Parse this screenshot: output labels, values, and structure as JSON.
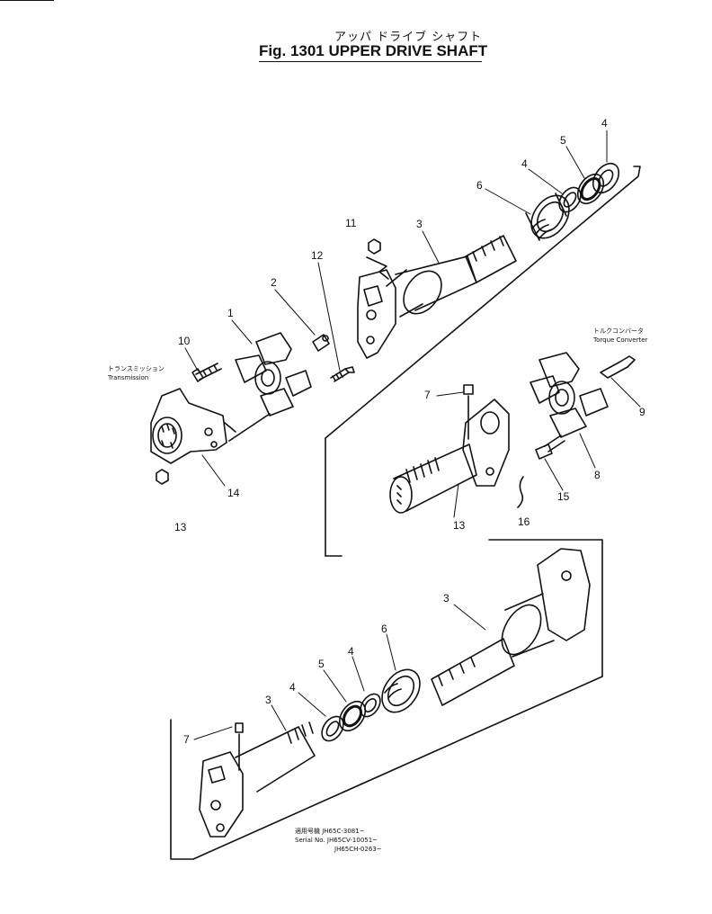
{
  "title": {
    "japanese": "アッパ ドライブ シャフト",
    "english": "Fig. 1301  UPPER DRIVE SHAFT"
  },
  "callouts": {
    "transmission_jp": "トランスミッション",
    "transmission_en": "Transmission",
    "torque_jp": "トルクコンバータ",
    "torque_en": "Torque Converter"
  },
  "serial_note": {
    "line1": "適用号機 JH65C-3081~",
    "line2": "Serial No. JH65CV-10051~",
    "line3": "JH65CH-0263~"
  },
  "part_labels": {
    "p1": "1",
    "p2": "2",
    "p3a": "3",
    "p4a": "4",
    "p4b": "4",
    "p5a": "5",
    "p6a": "6",
    "p7a": "7",
    "p8": "8",
    "p9": "9",
    "p10": "10",
    "p11": "11",
    "p12": "12",
    "p13a": "13",
    "p13b": "13",
    "p14": "14",
    "p15": "15",
    "p16": "16",
    "p3b": "3",
    "p3c": "3",
    "p4c": "4",
    "p4d": "4",
    "p5b": "5",
    "p6b": "6",
    "p7b": "7"
  }
}
